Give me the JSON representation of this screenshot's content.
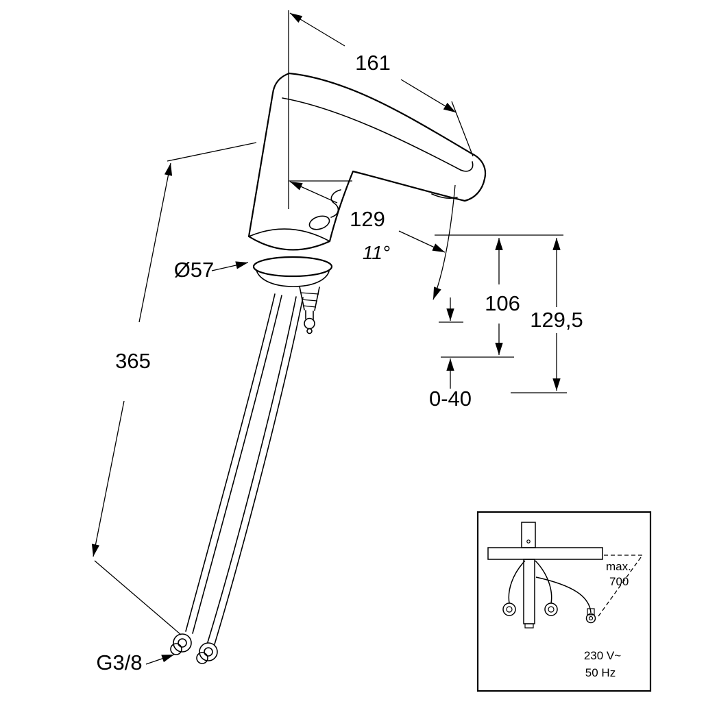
{
  "colors": {
    "ink": "#000000",
    "background": "#ffffff"
  },
  "drawing": {
    "dimensions": {
      "spout_reach": "161",
      "spout_length": "129",
      "spout_angle": "11°",
      "height_to_outlet": "106",
      "height_total": "129,5",
      "deck_thickness_range": "0-40",
      "hose_length": "365",
      "base_diameter": "Ø57",
      "thread_size": "G3/8"
    },
    "inset": {
      "max_label": "max.",
      "max_value": "700",
      "power_voltage": "230 V~",
      "power_frequency": "50 Hz"
    }
  }
}
